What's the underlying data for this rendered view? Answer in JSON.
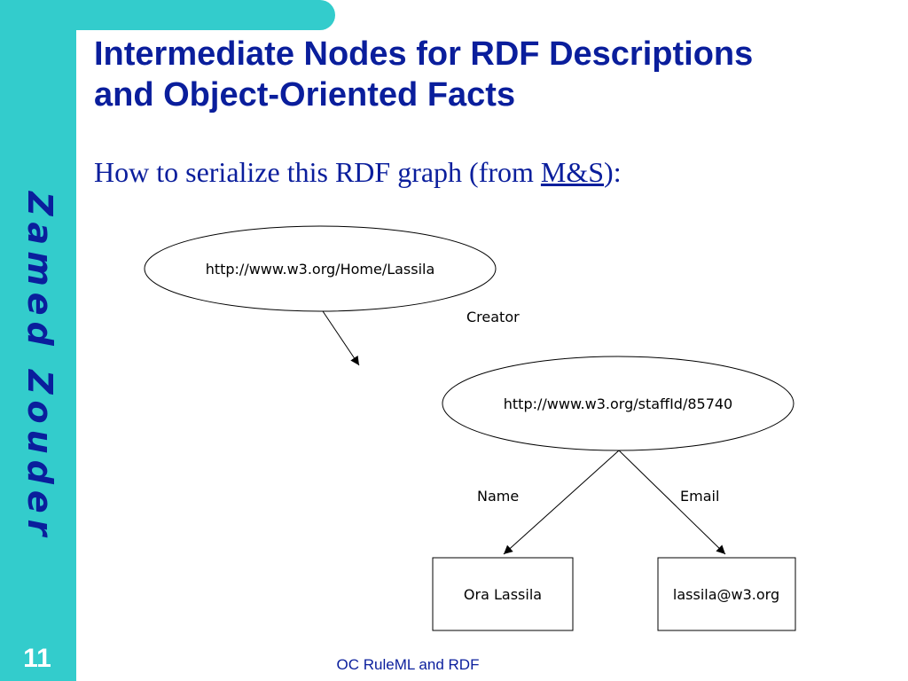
{
  "slide": {
    "title_line1": "Intermediate Nodes for RDF Descriptions",
    "title_line2": "and Object-Oriented Facts",
    "subtitle_prefix": "How to serialize this RDF graph (from ",
    "subtitle_link": "M&S",
    "subtitle_suffix": "):",
    "page_number": "11",
    "footer": "OC RuleML and RDF",
    "side_logo_text": "Zamed Zouder"
  },
  "diagram": {
    "nodes": [
      {
        "id": "lassila-home",
        "shape": "ellipse",
        "label": "http://www.w3.org/Home/Lassila"
      },
      {
        "id": "staff",
        "shape": "ellipse",
        "label": "http://www.w3.org/staffId/85740"
      },
      {
        "id": "name",
        "shape": "rectangle",
        "label": "Ora Lassila"
      },
      {
        "id": "email",
        "shape": "rectangle",
        "label": "lassila@w3.org"
      }
    ],
    "edges": [
      {
        "from": "lassila-home",
        "to": "staff",
        "label": "Creator"
      },
      {
        "from": "staff",
        "to": "name",
        "label": "Name"
      },
      {
        "from": "staff",
        "to": "email",
        "label": "Email"
      }
    ]
  },
  "colors": {
    "accent": "#33cccc",
    "title": "#0a1e9c",
    "logo": "#0a1e9c",
    "page_number": "#ffffff"
  }
}
